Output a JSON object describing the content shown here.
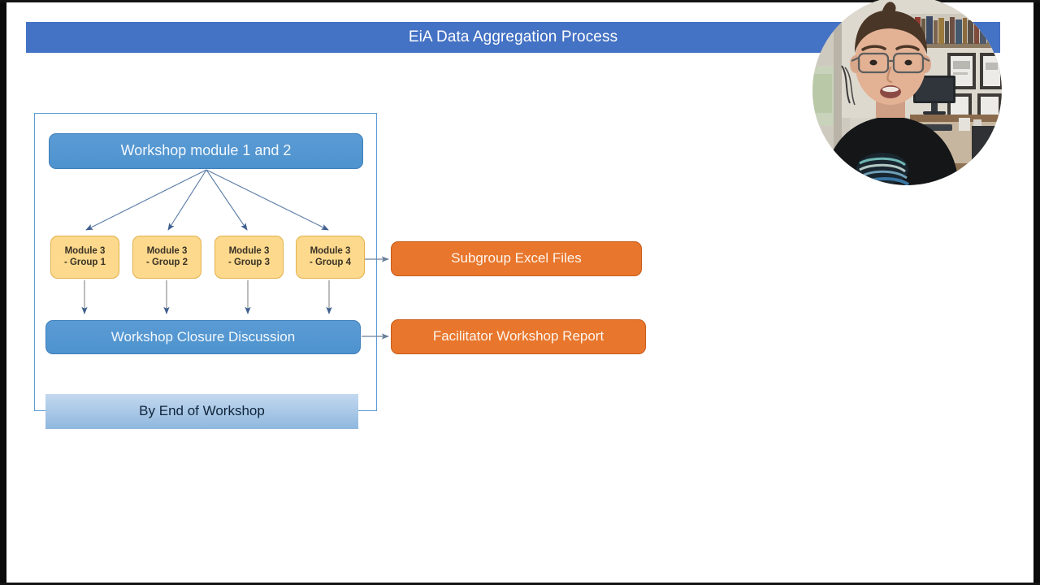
{
  "slide": {
    "title": "EiA Data Aggregation Process",
    "title_bar_color": "#4472c4",
    "background_color": "#ffffff"
  },
  "diagram": {
    "container_label": "workshop-phase-container",
    "container_border_color": "#5b9bd5",
    "nodes": {
      "top": {
        "label": "Workshop module 1 and 2",
        "fill": "#5b9bd5",
        "text_color": "#ffffff"
      },
      "modules": [
        {
          "line1": "Module 3",
          "line2": "- Group 1",
          "fill": "#fcd98c"
        },
        {
          "line1": "Module 3",
          "line2": "- Group 2",
          "fill": "#fcd98c"
        },
        {
          "line1": "Module 3",
          "line2": "- Group 3",
          "fill": "#fcd98c"
        },
        {
          "line1": "Module 3",
          "line2": "- Group 4",
          "fill": "#fcd98c"
        }
      ],
      "closure": {
        "label": "Workshop Closure Discussion",
        "fill": "#5b9bd5",
        "text_color": "#ffffff"
      },
      "by_end": {
        "label": "By End of Workshop",
        "fill": "#9fc0e2",
        "text_color": "#10243a"
      },
      "excel": {
        "label": "Subgroup Excel Files",
        "fill": "#e8762c",
        "text_color": "#ffffff"
      },
      "report": {
        "label": "Facilitator Workshop Report",
        "fill": "#e8762c",
        "text_color": "#ffffff"
      }
    },
    "arrow_color": "#4a6f9c"
  },
  "webcam": {
    "label": "presenter-webcam",
    "shape": "circle"
  }
}
